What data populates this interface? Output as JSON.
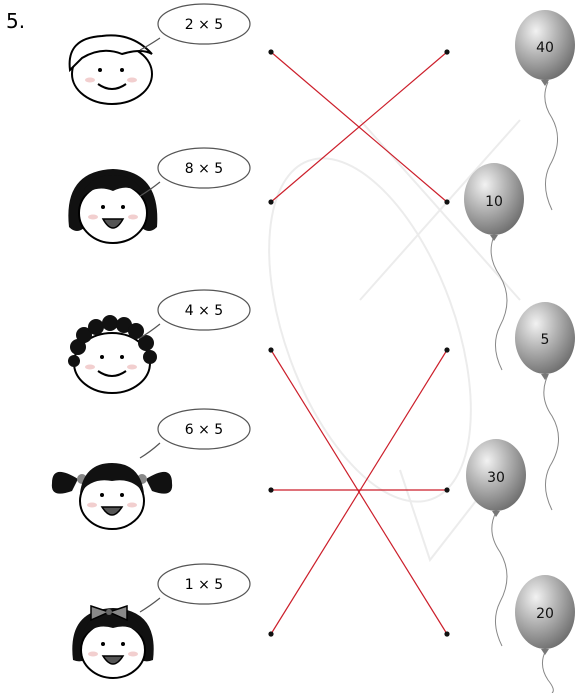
{
  "question_number": "5.",
  "rows": [
    {
      "expression": "2 × 5",
      "face": "boy-short-hair"
    },
    {
      "expression": "8 × 5",
      "face": "girl-bob-hair"
    },
    {
      "expression": "4 × 5",
      "face": "boy-curly-hair"
    },
    {
      "expression": "6 × 5",
      "face": "girl-pigtails"
    },
    {
      "expression": "1 × 5",
      "face": "girl-with-bow"
    }
  ],
  "balloons": [
    {
      "label": "40"
    },
    {
      "label": "10"
    },
    {
      "label": "5"
    },
    {
      "label": "30"
    },
    {
      "label": "20"
    }
  ],
  "matches": [
    {
      "expression_row": 1,
      "balloon_row": 2
    },
    {
      "expression_row": 2,
      "balloon_row": 1
    },
    {
      "expression_row": 3,
      "balloon_row": 5
    },
    {
      "expression_row": 4,
      "balloon_row": 4
    },
    {
      "expression_row": 5,
      "balloon_row": 3
    }
  ],
  "colors": {
    "line": "#cc1f2b",
    "dot": "#111111",
    "balloon": "#9e9e9e",
    "hair": "#000000"
  }
}
